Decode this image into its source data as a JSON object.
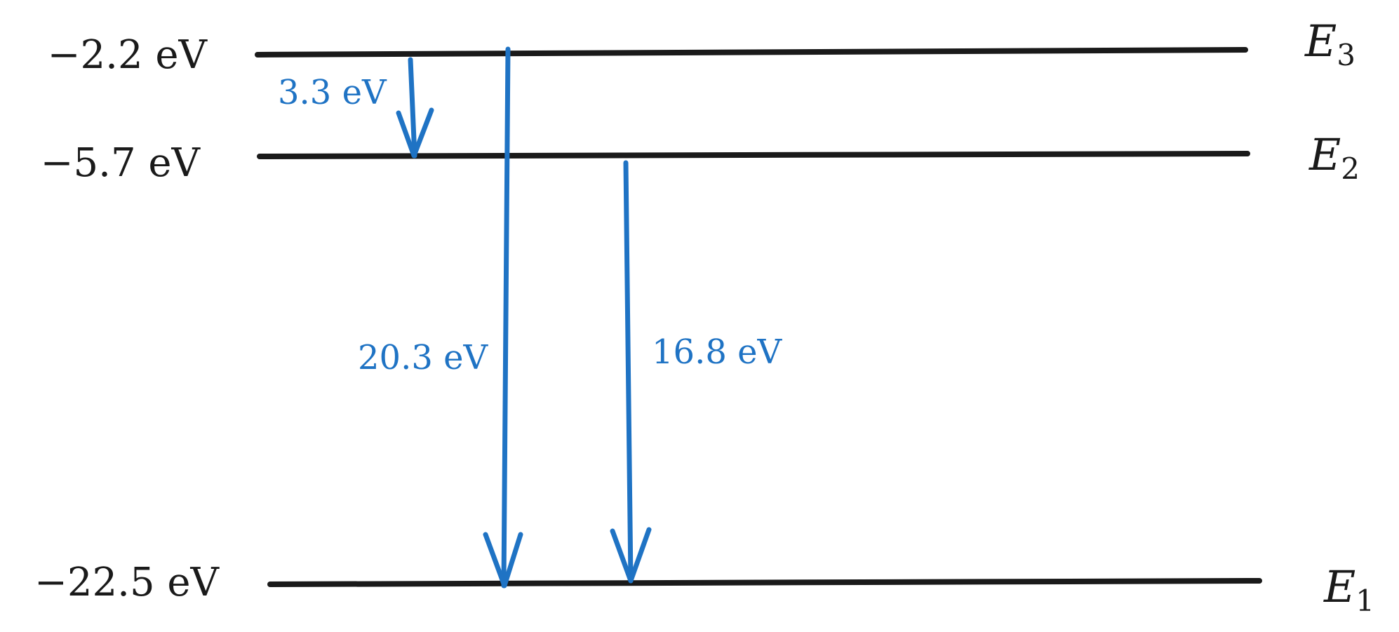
{
  "levels": [
    {
      "id": "E3",
      "name": "E",
      "subscript": "3",
      "energy_label": "−2.2 eV"
    },
    {
      "id": "E2",
      "name": "E",
      "subscript": "2",
      "energy_label": "−5.7 eV"
    },
    {
      "id": "E1",
      "name": "E",
      "subscript": "1",
      "energy_label": "−22.5 eV"
    }
  ],
  "transitions": [
    {
      "from": "E3",
      "to": "E2",
      "label": "3.3 eV"
    },
    {
      "from": "E3",
      "to": "E1",
      "label": "20.3 eV"
    },
    {
      "from": "E2",
      "to": "E1",
      "label": "16.8 eV"
    }
  ],
  "colors": {
    "level_line": "#1a1a1a",
    "arrow": "#1f73c4",
    "text": "#1a1a1a"
  }
}
